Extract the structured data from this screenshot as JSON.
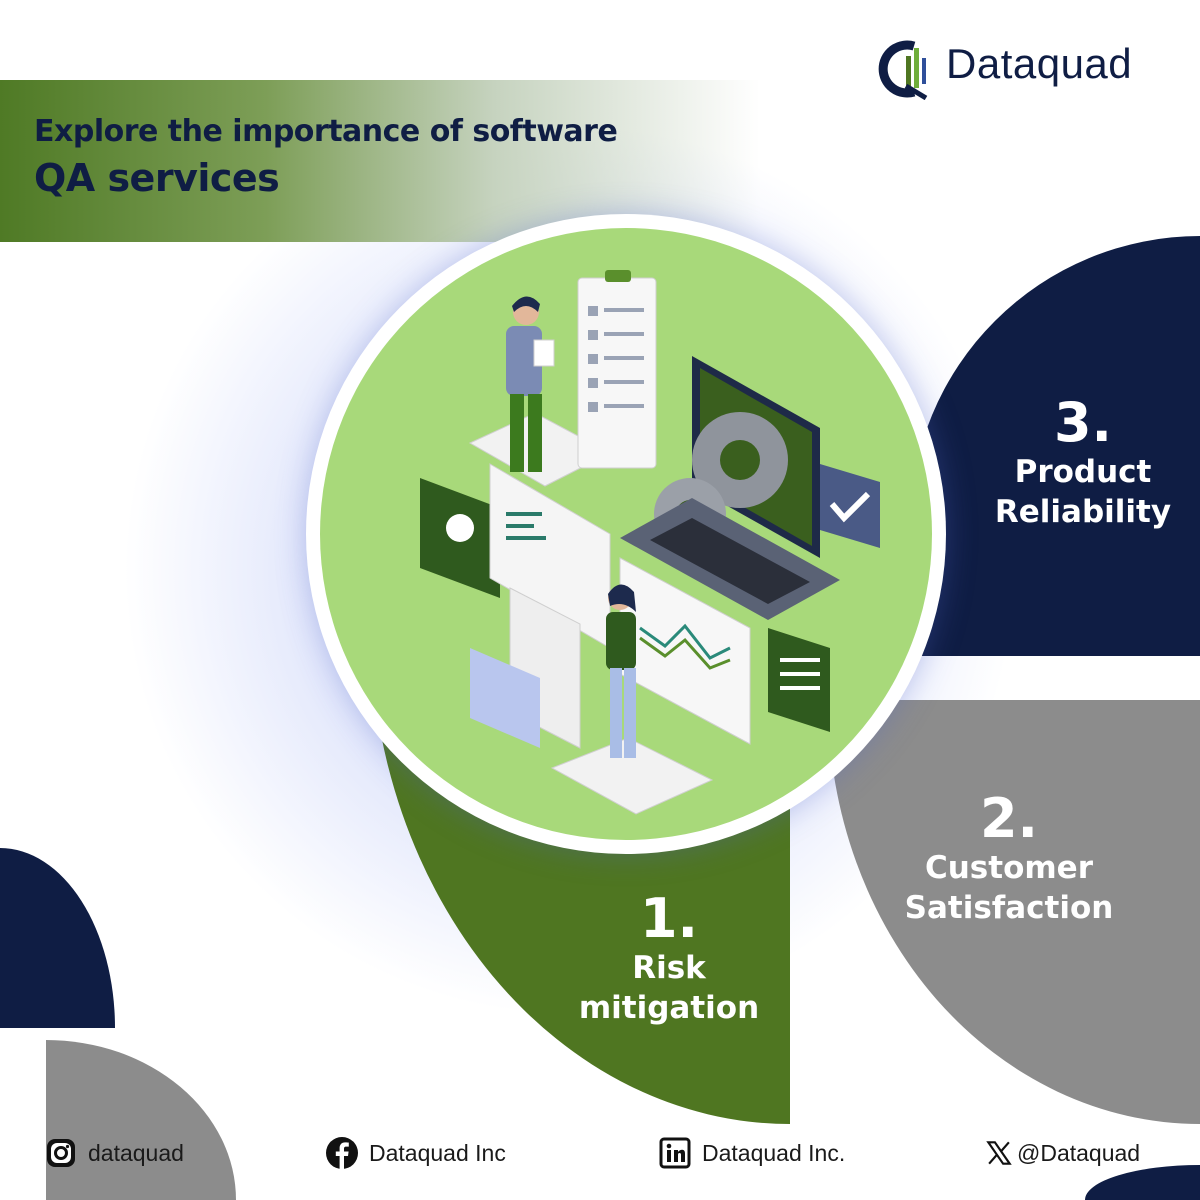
{
  "brand": {
    "name": "Dataquad",
    "colors": {
      "navy": "#0f1d44",
      "green": "#4f7621",
      "light_green": "#a8d97a",
      "grey": "#8c8c8c"
    }
  },
  "headline": {
    "line1": "Explore the importance of software",
    "line2": "QA services"
  },
  "illustration": {
    "icon": "qa-team-testing-illustration"
  },
  "points": [
    {
      "number": "1.",
      "line1": "Risk",
      "line2": "mitigation"
    },
    {
      "number": "2.",
      "line1": "Customer",
      "line2": "Satisfaction"
    },
    {
      "number": "3.",
      "line1": "Product",
      "line2": "Reliability"
    }
  ],
  "socials": [
    {
      "icon": "instagram-icon",
      "handle": "dataquad"
    },
    {
      "icon": "facebook-icon",
      "handle": "Dataquad Inc"
    },
    {
      "icon": "linkedin-icon",
      "handle": "Dataquad Inc."
    },
    {
      "icon": "x-icon",
      "handle": "@Dataquad"
    }
  ]
}
